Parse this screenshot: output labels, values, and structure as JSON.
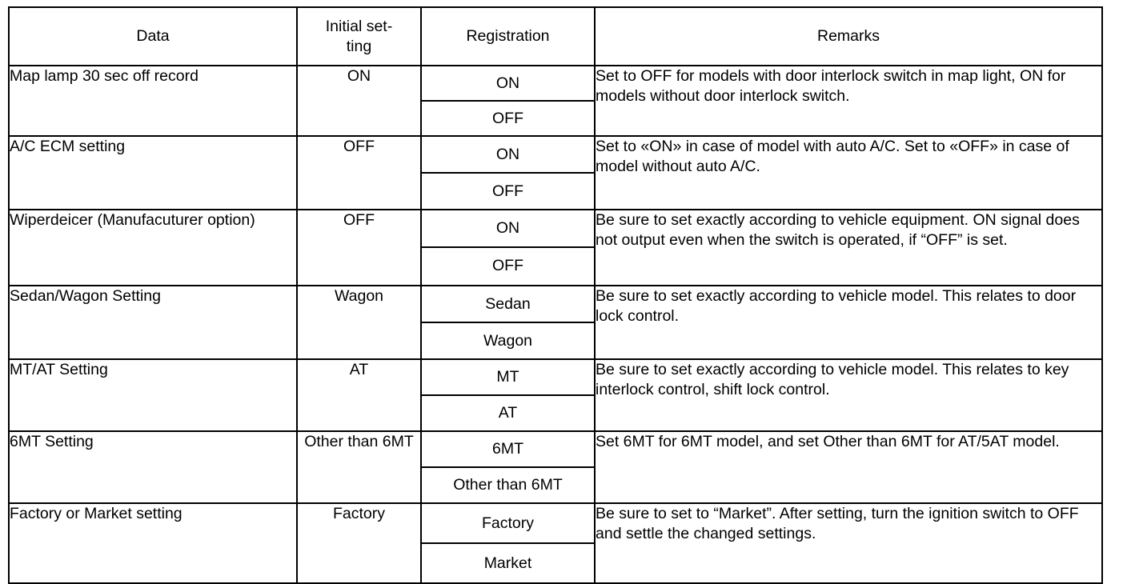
{
  "table": {
    "headers": [
      "Data",
      "Initial set-\nting",
      "Registration",
      "Remarks"
    ],
    "header_initial_line1": "Initial set-",
    "header_initial_line2": "ting",
    "rows": [
      {
        "data": "Map lamp 30 sec off record",
        "initial": "ON",
        "registration": [
          "ON",
          "OFF"
        ],
        "remarks": "Set to OFF for models with door interlock switch in map light, ON for models without door interlock switch."
      },
      {
        "data": "A/C ECM setting",
        "initial": "OFF",
        "registration": [
          "ON",
          "OFF"
        ],
        "remarks": "Set to «ON» in case of model with auto A/C. Set to «OFF» in case of model without auto A/C."
      },
      {
        "data": "Wiperdeicer (Manufacuturer option)",
        "initial": "OFF",
        "registration": [
          "ON",
          "OFF"
        ],
        "remarks": "Be sure to set exactly according to vehicle equipment. ON signal does not output even when the switch is operated, if “OFF” is set."
      },
      {
        "data": "Sedan/Wagon Setting",
        "initial": "Wagon",
        "registration": [
          "Sedan",
          "Wagon"
        ],
        "remarks": "Be sure to set exactly according to vehicle model. This relates to door lock control."
      },
      {
        "data": "MT/AT Setting",
        "initial": "AT",
        "registration": [
          "MT",
          "AT"
        ],
        "remarks": "Be sure to set exactly according to vehicle model. This relates to key interlock control, shift lock control."
      },
      {
        "data": "6MT Setting",
        "initial": "Other than 6MT",
        "registration": [
          "6MT",
          "Other than 6MT"
        ],
        "remarks": "Set 6MT for 6MT model, and set Other than 6MT for AT/5AT model."
      },
      {
        "data": "Factory or Market setting",
        "initial": "Factory",
        "registration": [
          "Factory",
          "Market"
        ],
        "remarks": "Be sure to set to “Market”. After setting, turn the ignition switch to OFF and settle the changed settings."
      }
    ]
  },
  "colors": {
    "border": "#000000",
    "text": "#000000",
    "background": "#ffffff"
  }
}
